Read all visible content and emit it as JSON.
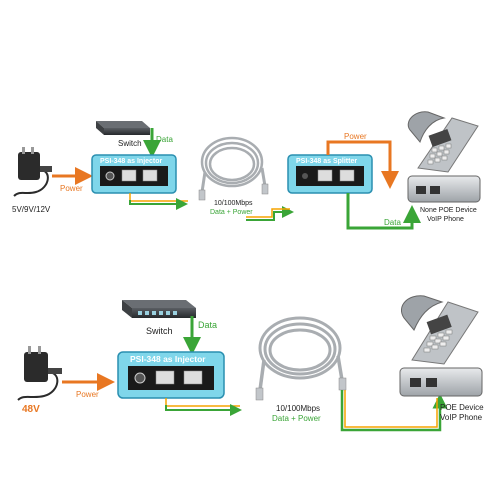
{
  "colors": {
    "power": "#e87722",
    "data": "#3aa537",
    "highlight": "#f5a300",
    "device_fill": "#7fd6ea",
    "device_stroke": "#2a8fb0"
  },
  "top": {
    "adapter_label": "5V/9V/12V",
    "power_label": "Power",
    "switch_label": "Switch",
    "data_label": "Data",
    "injector_label": "PSI-348  as Injector",
    "cable_speed": "10/100Mbps",
    "cable_data_power": "Data + Power",
    "splitter_label": "PSI-348  as Splitter",
    "splitter_power_label": "Power",
    "splitter_data_label": "Data",
    "phone_line1": "None POE Device",
    "phone_line2": "VoIP Phone"
  },
  "bottom": {
    "adapter_label": "48V",
    "power_label": "Power",
    "switch_label": "Switch",
    "data_label": "Data",
    "injector_label": "PSI-348  as Injector",
    "cable_speed": "10/100Mbps",
    "cable_data_power": "Data + Power",
    "phone_line1": "POE Device",
    "phone_line2": "VoIP Phone"
  }
}
